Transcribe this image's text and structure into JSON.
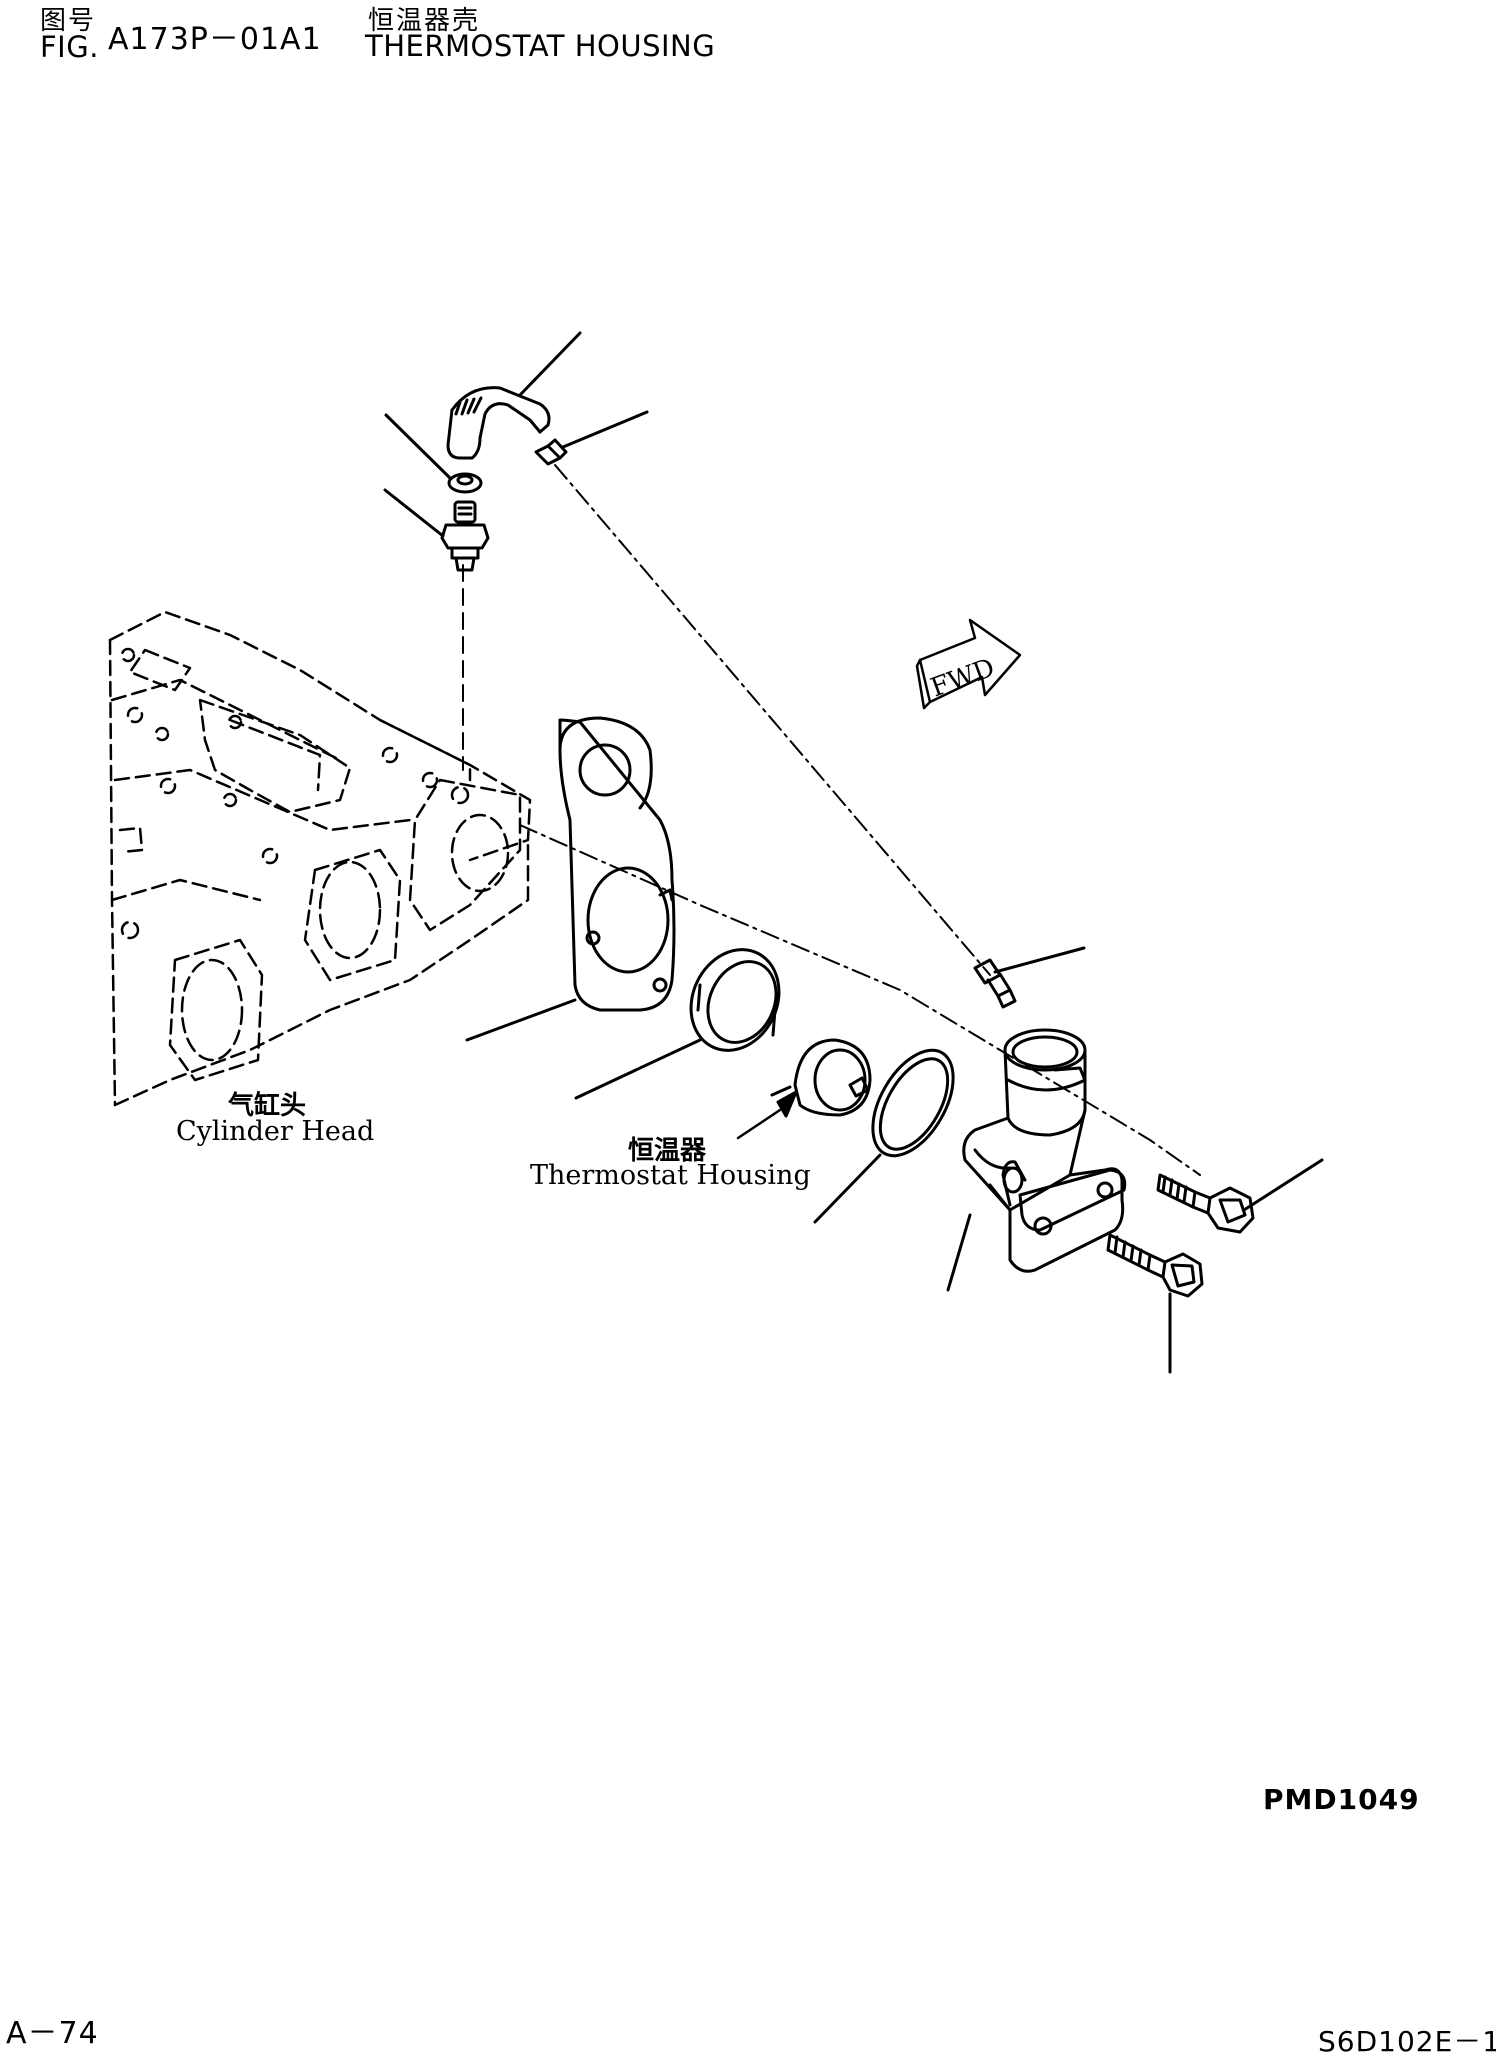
{
  "header": {
    "fig_cn": "图号",
    "fig_en": "FIG.",
    "fig_number": "A173P－01A1",
    "title_cn": "恒温器壳",
    "title_en": "THERMOSTAT HOUSING"
  },
  "labels": {
    "cylinder_head_cn": "气缸头",
    "cylinder_head_en": "Cylinder Head",
    "thermostat_cn": "恒温器",
    "thermostat_en": "Thermostat Housing",
    "fwd": "FWD"
  },
  "footer": {
    "drawing_code": "PMD1049",
    "page_number": "A－74",
    "model_code": "S6D102E－1"
  }
}
